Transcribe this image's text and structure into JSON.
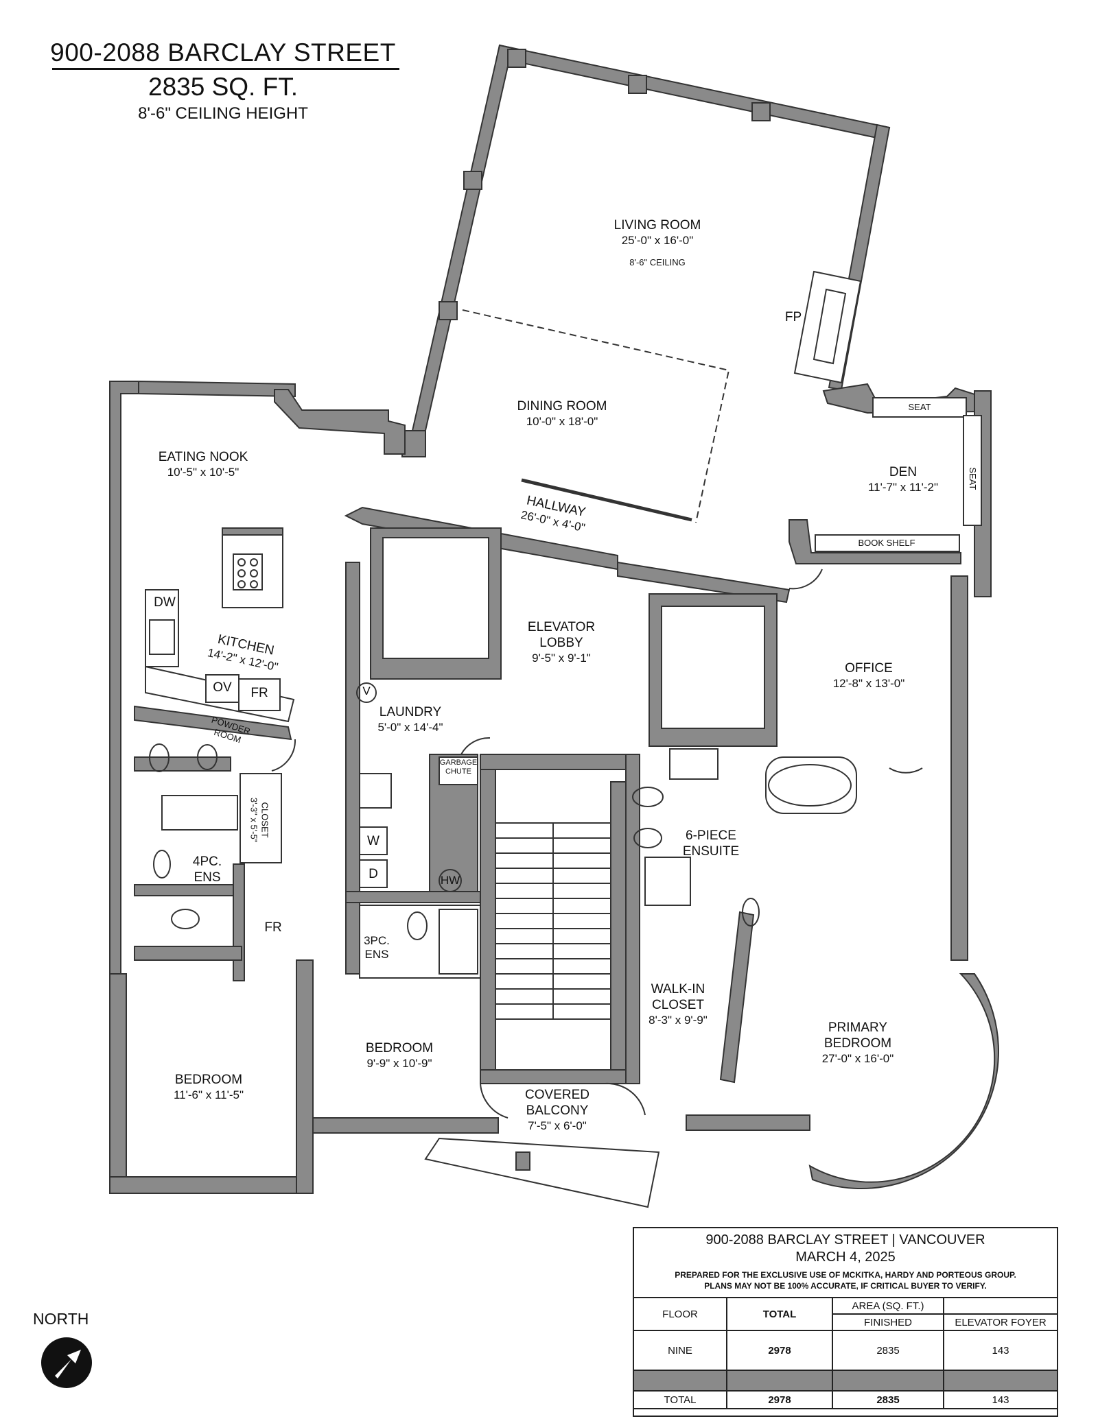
{
  "header": {
    "address": "900-2088 BARCLAY STREET",
    "area": "2835 SQ. FT.",
    "ceiling": "8'-6\" CEILING HEIGHT"
  },
  "rooms": {
    "living_room": {
      "name": "LIVING ROOM",
      "dims": "25'-0\" x 16'-0\"",
      "note": "8'-6\" CEILING"
    },
    "fp": "FP",
    "dining_room": {
      "name": "DINING ROOM",
      "dims": "10'-0\" x 18'-0\""
    },
    "eating_nook": {
      "name": "EATING NOOK",
      "dims": "10'-5\" x 10'-5\""
    },
    "hallway": {
      "name": "HALLWAY",
      "dims": "26'-0\" x 4'-0\""
    },
    "den": {
      "name": "DEN",
      "dims": "11'-7\" x 11'-2\"",
      "seat": "SEAT",
      "seat_side": "SEAT",
      "bookshelf": "BOOK SHELF"
    },
    "kitchen": {
      "name": "KITCHEN",
      "dims": "14'-2\" x 12'-0\"",
      "dw": "DW",
      "ov": "OV",
      "fr": "FR"
    },
    "elevator_lobby": {
      "name1": "ELEVATOR",
      "name2": "LOBBY",
      "dims": "9'-5\" x 9'-1\""
    },
    "office": {
      "name": "OFFICE",
      "dims": "12'-8\" x 13'-0\""
    },
    "laundry": {
      "name": "LAUNDRY",
      "dims": "5'-0\" x 14'-4\"",
      "v": "V",
      "w": "W",
      "d": "D",
      "hw": "HW"
    },
    "garbage_chute": {
      "l1": "GARBAGE",
      "l2": "CHUTE"
    },
    "powder_room": {
      "l1": "POWDER",
      "l2": "ROOM"
    },
    "closet": {
      "name": "CLOSET",
      "dims": "3'-3\" x 5'-5\""
    },
    "ens4": {
      "l1": "4PC.",
      "l2": "ENS"
    },
    "fr2": "FR",
    "ensuite6": {
      "l1": "6-PIECE",
      "l2": "ENSUITE"
    },
    "ens3": {
      "l1": "3PC.",
      "l2": "ENS"
    },
    "walkin": {
      "l1": "WALK-IN",
      "l2": "CLOSET",
      "dims": "8'-3\" x 9'-9\""
    },
    "primary": {
      "l1": "PRIMARY",
      "l2": "BEDROOM",
      "dims": "27'-0\" x 16'-0\""
    },
    "bedroom_mid": {
      "name": "BEDROOM",
      "dims": "9'-9\" x 10'-9\""
    },
    "bedroom_left": {
      "name": "BEDROOM",
      "dims": "11'-6\" x 11'-5\""
    },
    "balcony": {
      "l1": "COVERED",
      "l2": "BALCONY",
      "dims": "7'-5\" x 6'-0\""
    }
  },
  "infobox": {
    "line1": "900-2088 BARCLAY STREET | VANCOUVER",
    "line2": "MARCH 4, 2025",
    "line3": "PREPARED FOR THE EXCLUSIVE USE OF MCKITKA, HARDY AND PORTEOUS GROUP.",
    "line4": "PLANS MAY NOT BE 100% ACCURATE, IF CRITICAL BUYER TO VERIFY.",
    "table": {
      "h_floor": "FLOOR",
      "h_total": "TOTAL",
      "h_area": "AREA (SQ. FT.)",
      "h_finished": "FINISHED",
      "h_elevator": "ELEVATOR FOYER",
      "row_floor": "NINE",
      "row_total": "2978",
      "row_finished": "2835",
      "row_elevator": "143",
      "tot_label": "TOTAL",
      "tot_total": "2978",
      "tot_finished": "2835",
      "tot_elevator": "143"
    }
  },
  "north": "NORTH",
  "colors": {
    "wall": "#8a8a8a",
    "wall_stroke": "#333333",
    "ink": "#111111"
  }
}
